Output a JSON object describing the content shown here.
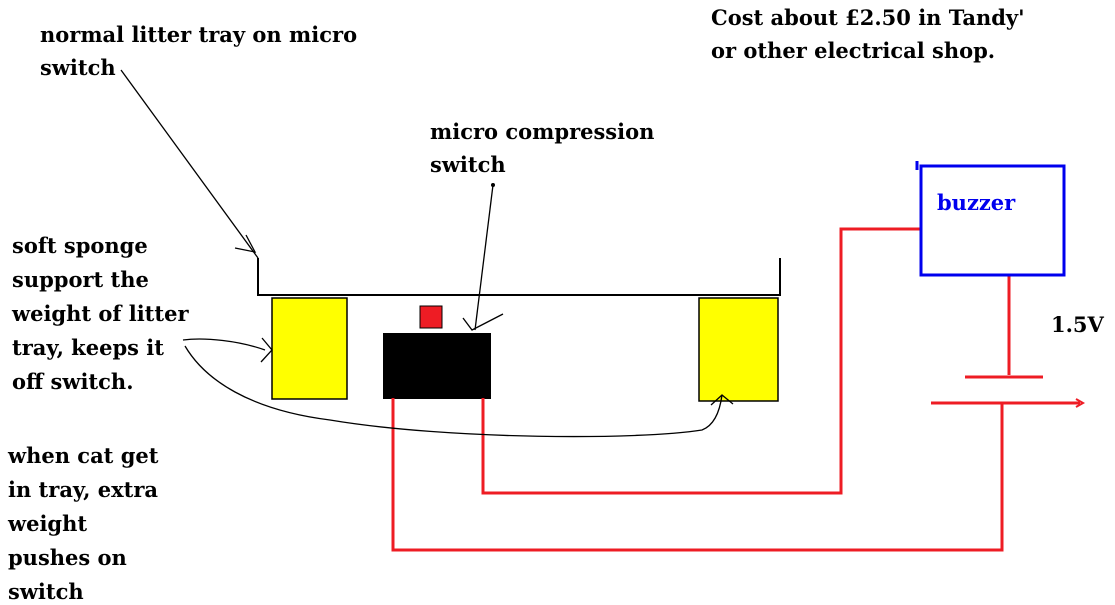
{
  "labels": {
    "tray_line1": "normal litter tray on micro",
    "tray_line2": "switch",
    "cost_line1": "Cost about £2.50 in Tandy'",
    "cost_line2": "or other electrical shop.",
    "switch_line1": "micro compression",
    "switch_line2": "switch",
    "sponge_line1": "soft sponge",
    "sponge_line2": "support the",
    "sponge_line3": "weight of litter",
    "sponge_line4": "tray, keeps it",
    "sponge_line5": "off switch.",
    "cat_line1": "when cat get",
    "cat_line2": "in tray, extra",
    "cat_line3": "weight",
    "cat_line4": "pushes on",
    "cat_line5": "switch",
    "buzzer": "buzzer",
    "voltage": "1.5V"
  },
  "colors": {
    "wire": "#ee1c24",
    "sponge": "#ffff00",
    "switch_body": "#000000",
    "switch_button": "#ee1c24",
    "buzzer_border": "#0000ee",
    "buzzer_text": "#0000ee",
    "annotation": "#000000"
  }
}
